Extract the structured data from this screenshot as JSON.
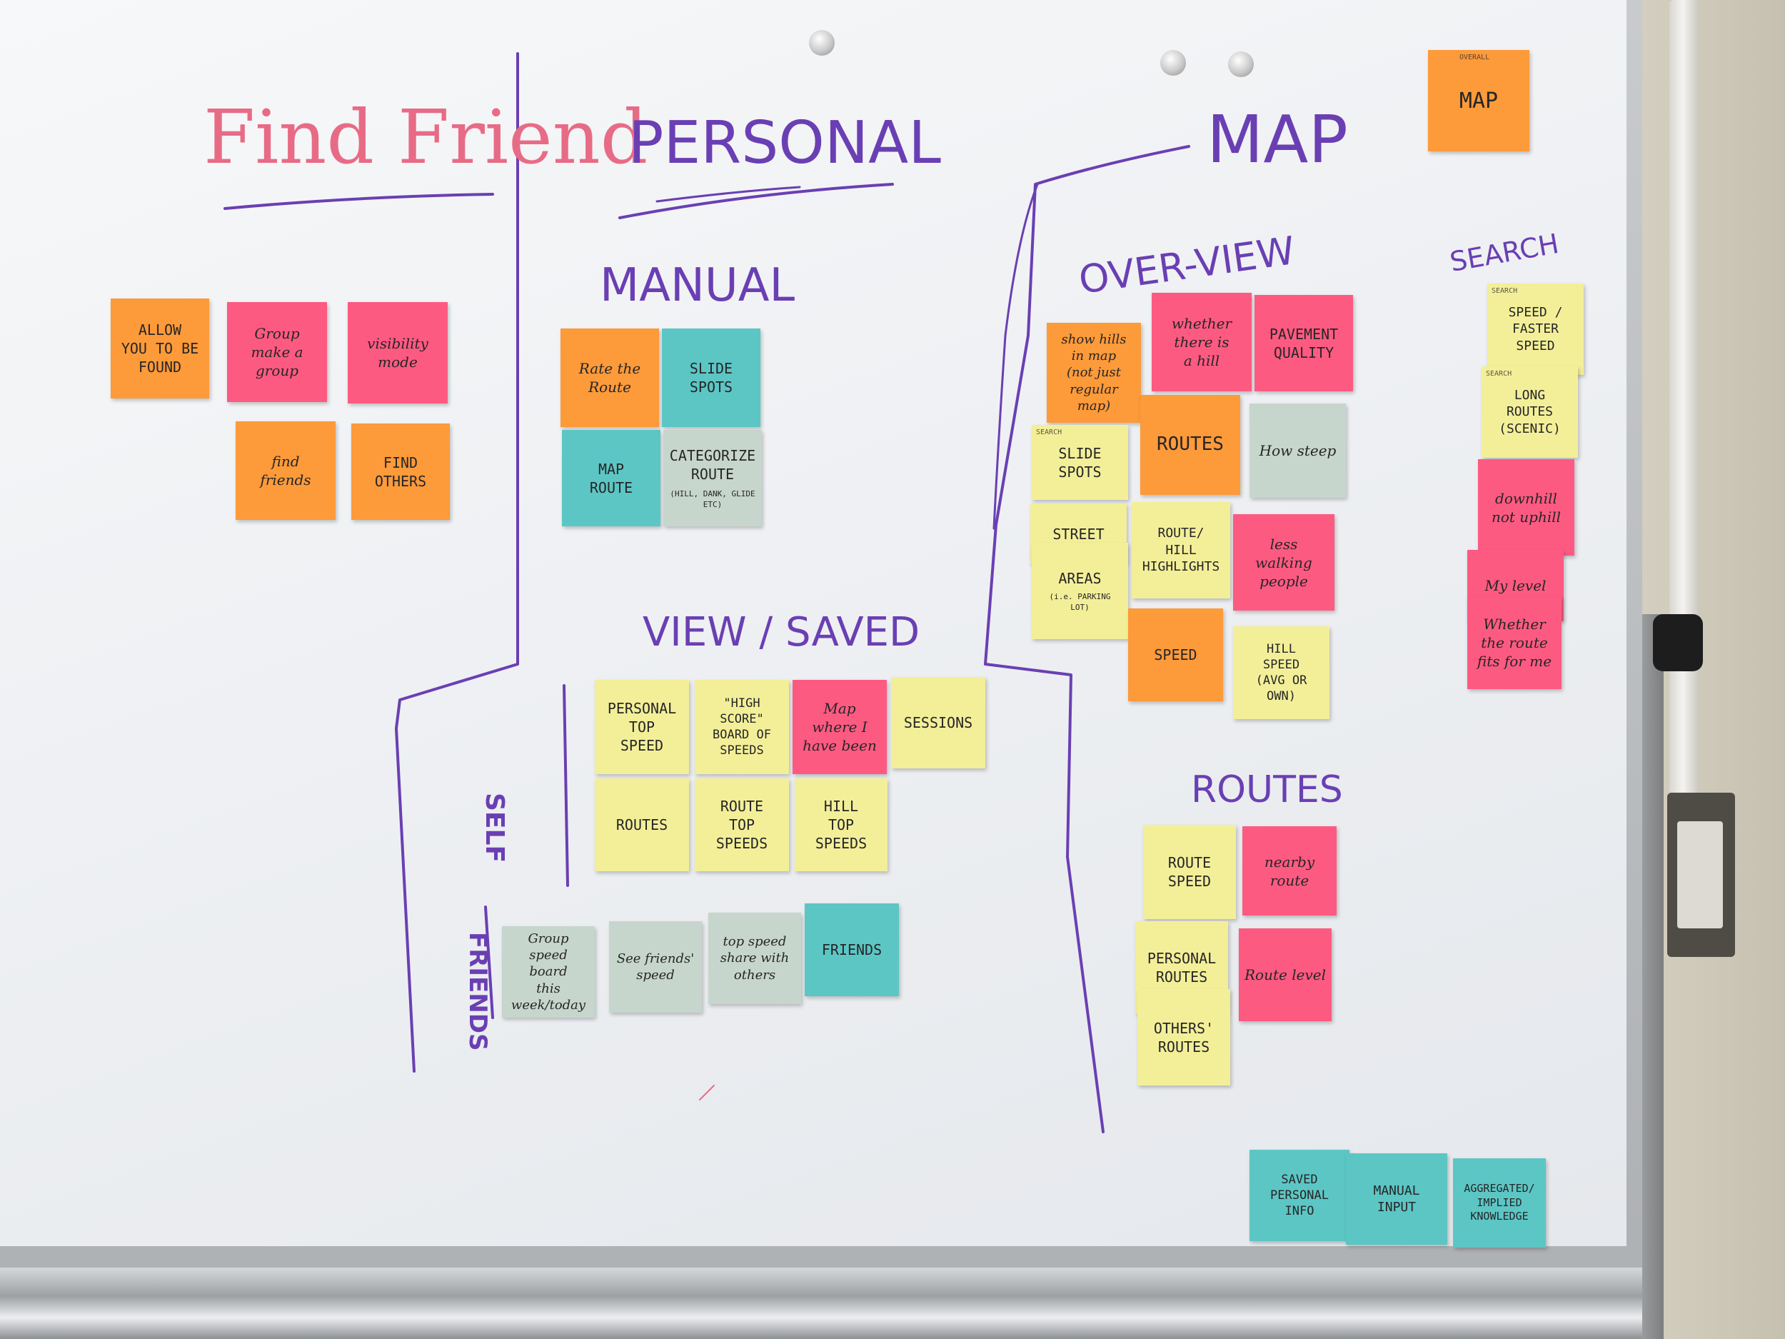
{
  "headings": {
    "find_friend": "Find Friend",
    "personal": "PERSONAL",
    "map": "MAP",
    "manual": "MANUAL",
    "view_saved": "VIEW / SAVED",
    "self": "SELF",
    "friends": "FRIENDS",
    "overview": "OVER-VIEW",
    "search": "SEARCH",
    "routes": "ROUTES"
  },
  "notes": {
    "allow_found": "ALLOW\nYOU TO BE\nFOUND",
    "group_make": "Group\nmake a group",
    "visibility": "visibility\nmode",
    "find_friends": "find\nfriends",
    "find_others": "FIND\nOTHERS",
    "rate_route": "Rate the\nRoute",
    "slide_spots_manual": "SLIDE\nSPOTS",
    "map_route": "MAP\nROUTE",
    "categorize_route": "CATEGORIZE\nROUTE",
    "categorize_sub": "(HILL, DANK, GLIDE ETC)",
    "personal_top_speed": "PERSONAL\nTOP\nSPEED",
    "highscore": "\"HIGH SCORE\"\nBOARD OF\nSPEEDS",
    "map_where": "Map\nwhere I\nhave been",
    "sessions": "SESSIONS",
    "self_routes": "ROUTES",
    "route_top_speeds": "ROUTE\nTOP SPEEDS",
    "hill_top_speeds": "HILL\nTOP SPEEDS",
    "group_speed": "Group\nspeed\nboard\nthis week/today",
    "see_friends": "See friends'\nspeed",
    "top_speed_share": "top speed\nshare with\nothers",
    "friends_note": "FRIENDS",
    "show_hills": "show hills\nin map\n(not just\nregular map)",
    "whether_hill": "whether\nthere is\na hill",
    "pavement": "PAVEMENT\nQUALITY",
    "routes_ov": "ROUTES",
    "how_steep": "How steep",
    "search_tag": "SEARCH",
    "slide_spots_ov": "SLIDE\nSPOTS",
    "street": "STREET",
    "areas": "AREAS",
    "areas_sub": "(i.e. PARKING LOT)",
    "route_hill": "ROUTE/\nHILL\nHIGHLIGHTS",
    "less_walking": "less\nwalking people",
    "speed": "SPEED",
    "hill_speed": "HILL\nSPEED\n(AVG OR OWN)",
    "map_top": "MAP",
    "map_top_tag": "OVERALL",
    "speed_faster": "SPEED /\nFASTER\nSPEED",
    "long_routes": "LONG\nROUTES\n(SCENIC)",
    "downhill": "downhill\nnot uphill",
    "my_level": "My level",
    "whether_fits": "Whether\nthe route\nfits for me",
    "route_speed": "ROUTE\nSPEED",
    "nearby_route": "nearby\nroute",
    "personal_routes": "PERSONAL\nROUTES",
    "route_level": "Route level",
    "others_routes": "OTHERS'\nROUTES",
    "saved_personal": "SAVED\nPERSONAL\nINFO",
    "manual_input": "MANUAL\nINPUT",
    "aggregated": "AGGREGATED/\nIMPLIED\nKNOWLEDGE"
  },
  "colors": {
    "orange": "#fd9a3a",
    "pink": "#fd5a82",
    "yellow": "#f3ef99",
    "teal": "#5cc6c5",
    "gray": "#c7d6cd",
    "marker_purple": "#6a3fb3",
    "marker_pink": "#e86b86"
  }
}
